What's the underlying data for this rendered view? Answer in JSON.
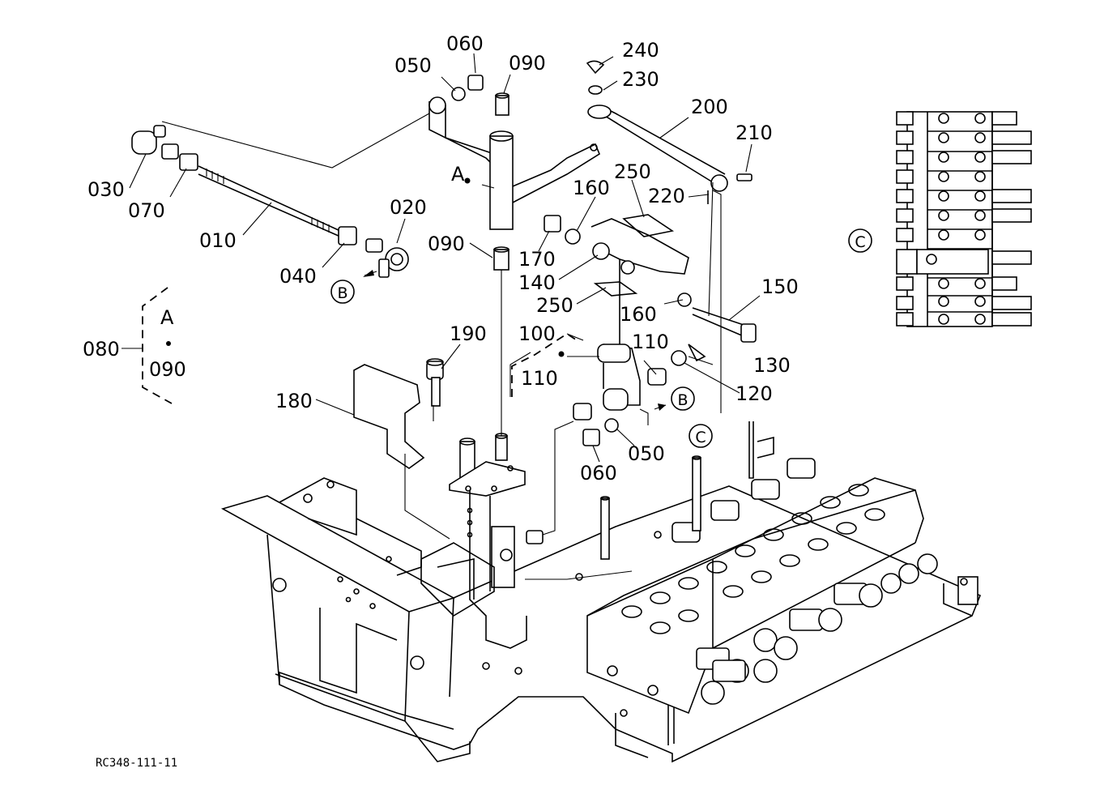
{
  "diagram": {
    "reference_code": "RC348-111-11",
    "callouts": {
      "c010": "010",
      "c020": "020",
      "c030": "030",
      "c040": "040",
      "c050a": "050",
      "c050b": "050",
      "c060a": "060",
      "c060b": "060",
      "c070": "070",
      "c080": "080",
      "c090a": "090",
      "c090b": "090",
      "c090c": "090",
      "c100": "100",
      "c110a": "110",
      "c110b": "110",
      "c120": "120",
      "c130": "130",
      "c140": "140",
      "c150": "150",
      "c160a": "160",
      "c160b": "160",
      "c170": "170",
      "c180": "180",
      "c190": "190",
      "c200": "200",
      "c210": "210",
      "c220": "220",
      "c230": "230",
      "c240": "240",
      "c250a": "250",
      "c250b": "250"
    },
    "markers": {
      "a_main": "A",
      "a_detail": "A",
      "b_left": "B",
      "b_right": "B",
      "c_inset": "C",
      "c_main": "C"
    }
  }
}
